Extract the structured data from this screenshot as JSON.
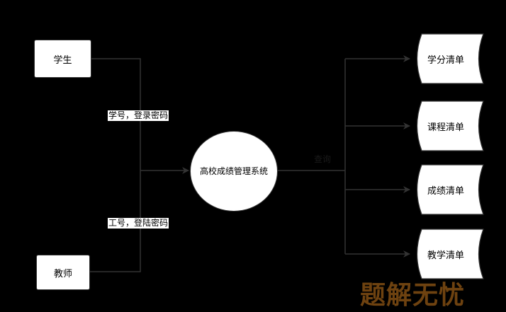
{
  "nodes": {
    "student": "学生",
    "teacher": "教师",
    "system": "高校成绩管理系统",
    "documents": [
      "学分清单",
      "课程清单",
      "成绩清单",
      "教学清单"
    ]
  },
  "edges": {
    "student_login": "学号，登录密码",
    "teacher_login": "工号，登陆密码",
    "query": "查询"
  },
  "watermark": "题解无忧",
  "colors": {
    "background": "#000000",
    "node_fill": "#ffffff",
    "line": "#333333"
  }
}
